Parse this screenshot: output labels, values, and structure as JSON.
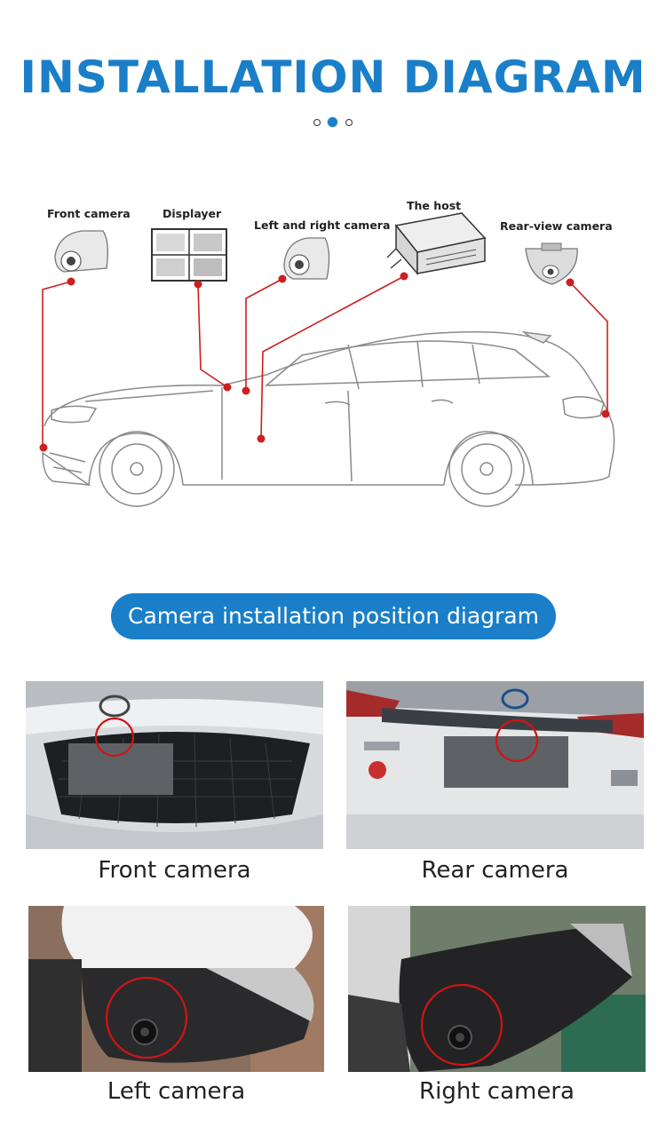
{
  "header": {
    "title": "INSTALLATION DIAGRAM"
  },
  "carousel": {
    "dot_count": 3,
    "active_index": 1
  },
  "diagram": {
    "labels": {
      "front_camera": "Front camera",
      "displayer": "Displayer",
      "left_right_camera": "Left and right camera",
      "host": "The host",
      "rear_view_camera": "Rear-view camera"
    },
    "line_color": "#cc1f1f"
  },
  "section": {
    "pill_text": "Camera installation position diagram",
    "pill_color": "#1a7fc8"
  },
  "photos": [
    {
      "caption": "Front camera",
      "icon": "front-bumper-photo"
    },
    {
      "caption": "Rear camera",
      "icon": "rear-plate-photo"
    },
    {
      "caption": "Left camera",
      "icon": "left-mirror-photo"
    },
    {
      "caption": "Right camera",
      "icon": "right-mirror-photo"
    }
  ]
}
